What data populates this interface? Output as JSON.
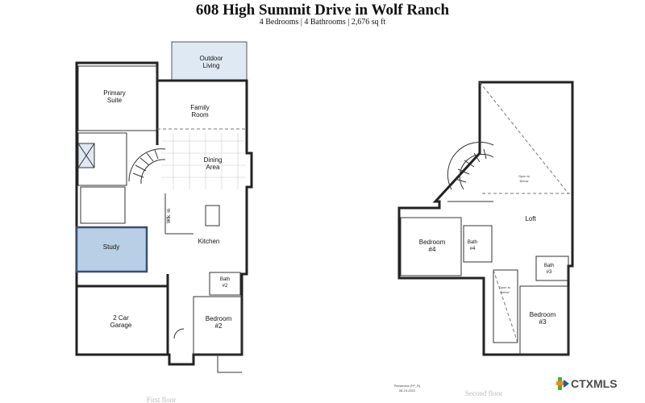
{
  "header": {
    "title": "608 High Summit Drive in Wolf Ranch",
    "subtitle": "4 Bedrooms | 4 Bathrooms | 2,676 sq ft"
  },
  "first_floor": {
    "caption": "First floor",
    "rooms": {
      "outdoor": [
        "Outdoor",
        "Living"
      ],
      "primary": [
        "Primary",
        "Suite"
      ],
      "family": [
        "Family",
        "Room"
      ],
      "dining": [
        "Dining",
        "Area"
      ],
      "study": "Study",
      "kitchen": "Kitchen",
      "bath2": [
        "Bath",
        "#2"
      ],
      "garage": [
        "2 Car",
        "Garage"
      ],
      "bedroom2": [
        "Bedroom",
        "#2"
      ],
      "walkin": "Wlk. in"
    }
  },
  "second_floor": {
    "caption": "Second floor",
    "rooms": {
      "open_below_1": [
        "Open to",
        "Below"
      ],
      "loft": "Loft",
      "bedroom4": [
        "Bedroom",
        "#4"
      ],
      "bath4": [
        "Bath",
        "#4"
      ],
      "bath3": [
        "Bath",
        "#3"
      ],
      "open_below_2": [
        "Open to",
        "Below"
      ],
      "bedroom3": [
        "Bedroom",
        "#3"
      ]
    }
  },
  "plan_note": [
    "Panamera (FP_R)",
    "08-19-2022"
  ],
  "logo": {
    "text": "CTXMLS",
    "colors": {
      "green": "#5aa832",
      "orange": "#f08c1e",
      "blue": "#1e5aa0",
      "text": "#4a4a4a"
    }
  },
  "colors": {
    "outdoor_fill": "#dfe9f3",
    "study_fill": "#b8cfe6",
    "study_stroke": "#3a4f73"
  }
}
